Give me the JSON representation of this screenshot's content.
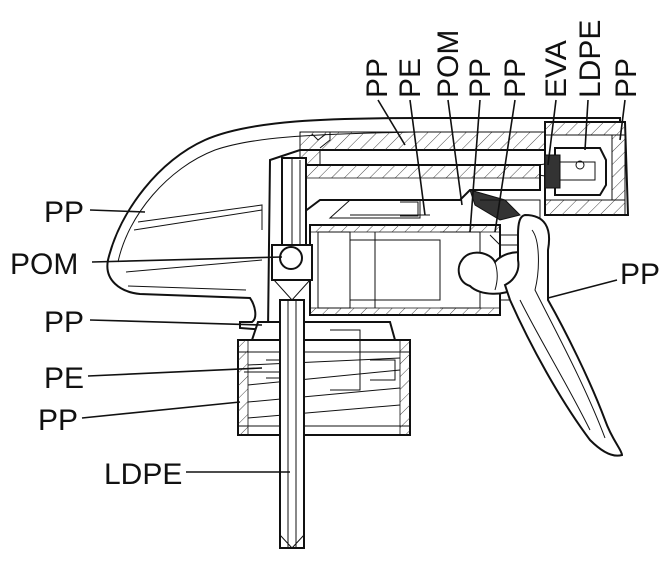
{
  "diagram": {
    "labels": {
      "left_pp_1": "PP",
      "left_pom": "POM",
      "left_pp_2": "PP",
      "left_pe": "PE",
      "left_pp_3": "PP",
      "left_ldpe": "LDPE",
      "top_pp_1": "PP",
      "top_pe": "PE",
      "top_pom": "POM",
      "top_pp_2": "PP",
      "top_pp_3": "PP",
      "top_eva": "EVA",
      "top_ldpe": "LDPE",
      "top_pp_4": "PP",
      "right_pp": "PP"
    }
  }
}
